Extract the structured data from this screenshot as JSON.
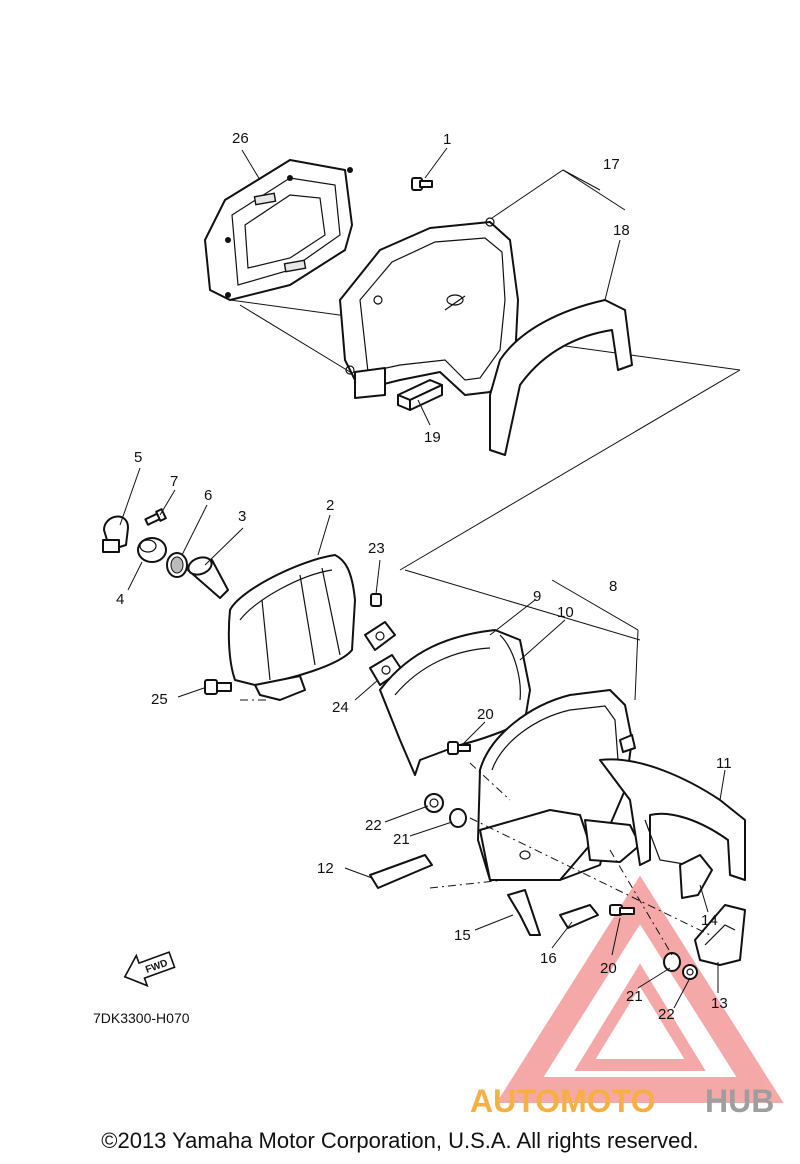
{
  "diagram_code": "7DK3300-H070",
  "fwd_label": "FWD",
  "copyright": "©2013 Yamaha Motor Corporation, U.S.A. All rights reserved.",
  "watermark": {
    "part1": "AUTOMOTO",
    "part2": "HUB",
    "color1": "#f5b041",
    "color2": "#9e9e9e",
    "triangle_color": "#f28c8c"
  },
  "callouts": {
    "c1": "1",
    "c2": "2",
    "c3": "3",
    "c4": "4",
    "c5": "5",
    "c6": "6",
    "c7": "7",
    "c8": "8",
    "c9": "9",
    "c10": "10",
    "c11": "11",
    "c12": "12",
    "c13": "13",
    "c14": "14",
    "c15": "15",
    "c16": "16",
    "c17": "17",
    "c18": "18",
    "c19": "19",
    "c20a": "20",
    "c20b": "20",
    "c21a": "21",
    "c21b": "21",
    "c22a": "22",
    "c22b": "22",
    "c23": "23",
    "c24": "24",
    "c25": "25",
    "c26": "26"
  }
}
